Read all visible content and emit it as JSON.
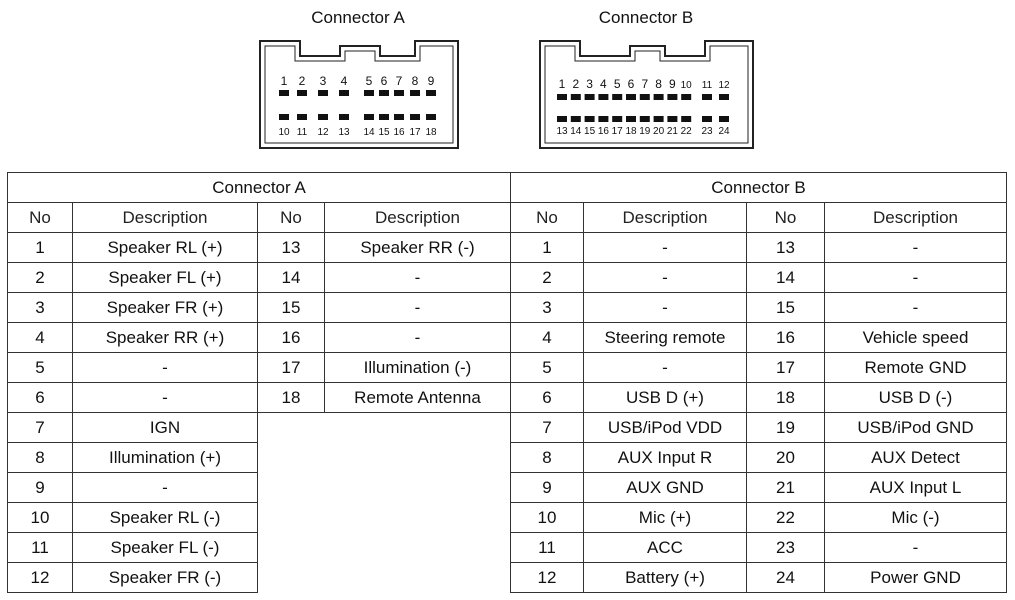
{
  "connector_a": {
    "title": "Connector A",
    "top_pins": [
      "1",
      "2",
      "3",
      "4",
      "5",
      "6",
      "7",
      "8",
      "9"
    ],
    "bottom_pins": [
      "10",
      "11",
      "12",
      "13",
      "14",
      "15",
      "16",
      "17",
      "18"
    ]
  },
  "connector_b": {
    "title": "Connector B",
    "top_pins": [
      "1",
      "2",
      "3",
      "4",
      "5",
      "6",
      "7",
      "8",
      "9",
      "10",
      "11",
      "12"
    ],
    "bottom_pins": [
      "13",
      "14",
      "15",
      "16",
      "17",
      "18",
      "19",
      "20",
      "21",
      "22",
      "23",
      "24"
    ]
  },
  "table": {
    "group_a": "Connector A",
    "group_b": "Connector B",
    "headers": [
      "No",
      "Description",
      "No",
      "Description",
      "No",
      "Description",
      "No",
      "Description"
    ],
    "connector_a_left": [
      {
        "no": "1",
        "desc": "Speaker RL (+)"
      },
      {
        "no": "2",
        "desc": "Speaker FL (+)"
      },
      {
        "no": "3",
        "desc": "Speaker FR (+)"
      },
      {
        "no": "4",
        "desc": "Speaker RR (+)"
      },
      {
        "no": "5",
        "desc": "-"
      },
      {
        "no": "6",
        "desc": "-"
      },
      {
        "no": "7",
        "desc": "IGN"
      },
      {
        "no": "8",
        "desc": "Illumination (+)"
      },
      {
        "no": "9",
        "desc": "-"
      },
      {
        "no": "10",
        "desc": "Speaker RL (-)"
      },
      {
        "no": "11",
        "desc": "Speaker FL (-)"
      },
      {
        "no": "12",
        "desc": "Speaker FR (-)"
      }
    ],
    "connector_a_right": [
      {
        "no": "13",
        "desc": "Speaker RR (-)"
      },
      {
        "no": "14",
        "desc": "-"
      },
      {
        "no": "15",
        "desc": "-"
      },
      {
        "no": "16",
        "desc": "-"
      },
      {
        "no": "17",
        "desc": "Illumination (-)"
      },
      {
        "no": "18",
        "desc": "Remote Antenna"
      }
    ],
    "connector_b_left": [
      {
        "no": "1",
        "desc": "-"
      },
      {
        "no": "2",
        "desc": "-"
      },
      {
        "no": "3",
        "desc": "-"
      },
      {
        "no": "4",
        "desc": "Steering remote"
      },
      {
        "no": "5",
        "desc": "-"
      },
      {
        "no": "6",
        "desc": "USB D (+)"
      },
      {
        "no": "7",
        "desc": "USB/iPod VDD"
      },
      {
        "no": "8",
        "desc": "AUX Input R"
      },
      {
        "no": "9",
        "desc": "AUX GND"
      },
      {
        "no": "10",
        "desc": "Mic (+)"
      },
      {
        "no": "11",
        "desc": "ACC"
      },
      {
        "no": "12",
        "desc": "Battery (+)"
      }
    ],
    "connector_b_right": [
      {
        "no": "13",
        "desc": "-"
      },
      {
        "no": "14",
        "desc": "-"
      },
      {
        "no": "15",
        "desc": "-"
      },
      {
        "no": "16",
        "desc": "Vehicle speed"
      },
      {
        "no": "17",
        "desc": "Remote GND"
      },
      {
        "no": "18",
        "desc": "USB D (-)"
      },
      {
        "no": "19",
        "desc": "USB/iPod GND"
      },
      {
        "no": "20",
        "desc": "AUX Detect"
      },
      {
        "no": "21",
        "desc": "AUX Input L"
      },
      {
        "no": "22",
        "desc": "Mic (-)"
      },
      {
        "no": "23",
        "desc": "-"
      },
      {
        "no": "24",
        "desc": "Power GND"
      }
    ]
  }
}
